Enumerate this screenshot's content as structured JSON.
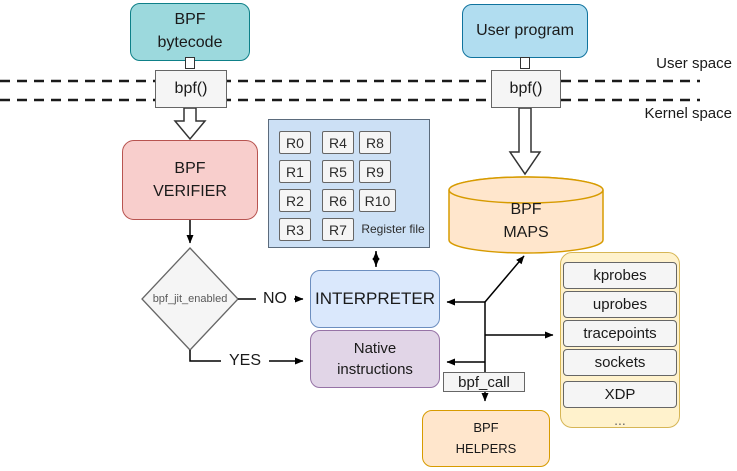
{
  "diagram": {
    "space_labels": {
      "user": "User space",
      "kernel": "Kernel space"
    },
    "bpf_bytecode": {
      "line1": "BPF",
      "line2": "bytecode"
    },
    "user_program": "User program",
    "syscall_left": "bpf()",
    "syscall_right": "bpf()",
    "verifier": {
      "line1": "BPF",
      "line2": "VERIFIER"
    },
    "register_file": {
      "registers": [
        "R0",
        "R1",
        "R2",
        "R3",
        "R4",
        "R5",
        "R6",
        "R7",
        "R8",
        "R9",
        "R10"
      ],
      "caption": "Register file"
    },
    "decision": {
      "label": "bpf_jit_enabled",
      "no": "NO",
      "yes": "YES"
    },
    "interpreter": "INTERPRETER",
    "native": {
      "line1": "Native",
      "line2": "instructions"
    },
    "maps": {
      "line1": "BPF",
      "line2": "MAPS"
    },
    "bpf_call": "bpf_call",
    "helpers": {
      "line1": "BPF",
      "line2": "HELPERS"
    },
    "hooks": [
      "kprobes",
      "uprobes",
      "tracepoints",
      "sockets",
      "XDP",
      "..."
    ],
    "colors": {
      "teal_fill": "#9cd9dd",
      "teal_stroke": "#0e8088",
      "blue_fill": "#b1ddf0",
      "blue_stroke": "#10739e",
      "red_fill": "#f8cecc",
      "red_stroke": "#b85450",
      "lightblue_fill": "#dae8fc",
      "lightblue_stroke": "#6c8ebf",
      "purple_fill": "#e1d5e7",
      "purple_stroke": "#9673a6",
      "orange_fill": "#ffe6cc",
      "orange_stroke": "#d79b00",
      "yellow_fill": "#fff2cc",
      "yellow_stroke": "#d6b656",
      "gray_fill": "#f5f5f5",
      "gray_stroke": "#666666",
      "regfile_fill": "#cce0f5"
    }
  }
}
